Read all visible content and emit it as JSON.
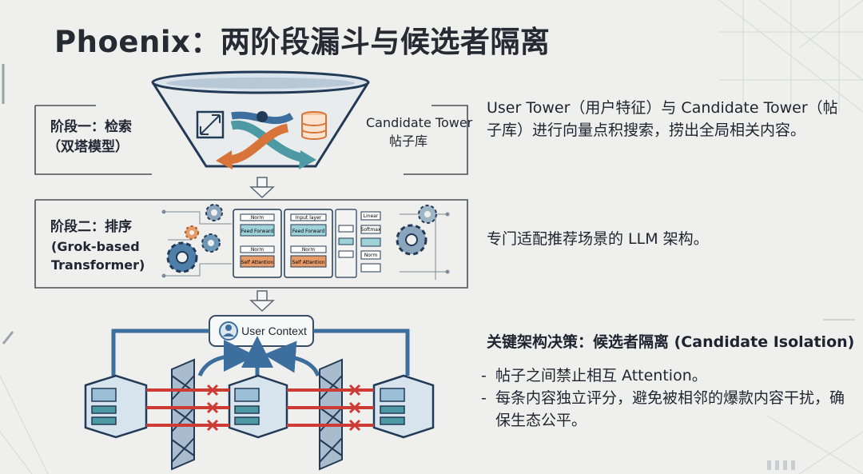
{
  "title": "Phoenix：两阶段漏斗与候选者隔离",
  "stage1": {
    "label_line1": "阶段一：检索",
    "label_line2": "（双塔模型）",
    "candidate_line1": "Candidate Tower",
    "candidate_line2": "帖子库",
    "description": "User Tower（用户特征）与 Candidate Tower（帖子库）进行向量点积搜索，捞出全局相关内容。"
  },
  "stage2": {
    "label_line1": "阶段二：排序",
    "label_line2": "(Grok-based",
    "label_line3": "Transformer)",
    "description": "专门适配推荐场景的 LLM 架构。",
    "blocks": [
      "Norm",
      "Feed Forward",
      "Norm",
      "Self Attention",
      "Input layer",
      "Feed Forward",
      "Norm",
      "Self Attention",
      "Linear",
      "Softmax",
      "Norm"
    ]
  },
  "isolation": {
    "context_label": "User Context",
    "heading": "关键架构决策：候选者隔离 (Candidate Isolation)",
    "bullets": [
      "帖子之间禁止相互 Attention。",
      "每条内容独立评分，避免被相邻的爆款内容干扰，确保生态公平。"
    ]
  },
  "colors": {
    "accent_blue": "#3c6e9e",
    "accent_orange": "#d8743a",
    "teal": "#4d9aa5",
    "red_block": "#cc3b34"
  }
}
